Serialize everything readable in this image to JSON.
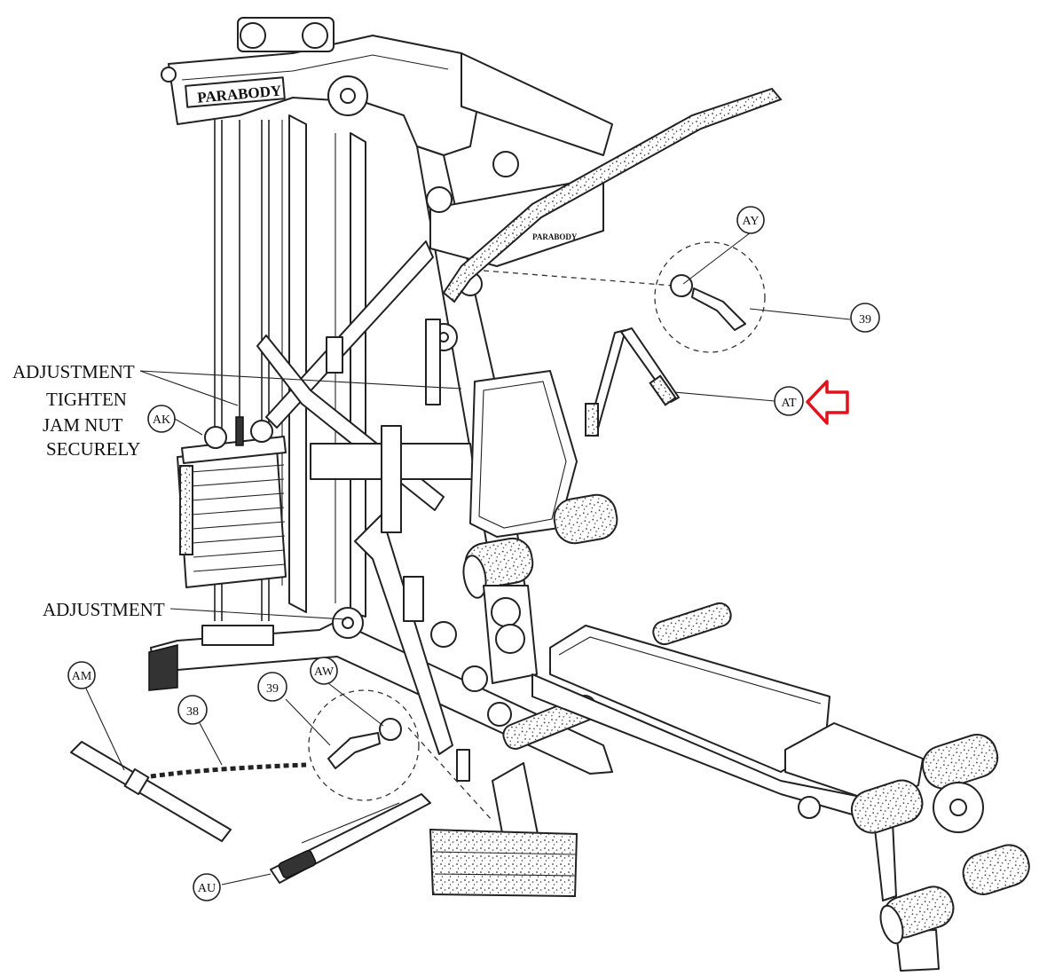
{
  "brand": "PARABODY",
  "labels": {
    "adjustment_top": "ADJUSTMENT",
    "tighten_line1": "TIGHTEN",
    "tighten_line2": "JAM NUT",
    "tighten_line3": "SECURELY",
    "adjustment_bottom": "ADJUSTMENT"
  },
  "callouts": {
    "ay": "AY",
    "n39_right": "39",
    "at": "AT",
    "ak": "AK",
    "aw": "AW",
    "n39_left": "39",
    "n38": "38",
    "am": "AM",
    "au": "AU"
  },
  "colors": {
    "line": "#222222",
    "highlight_arrow": "#e0121b"
  }
}
